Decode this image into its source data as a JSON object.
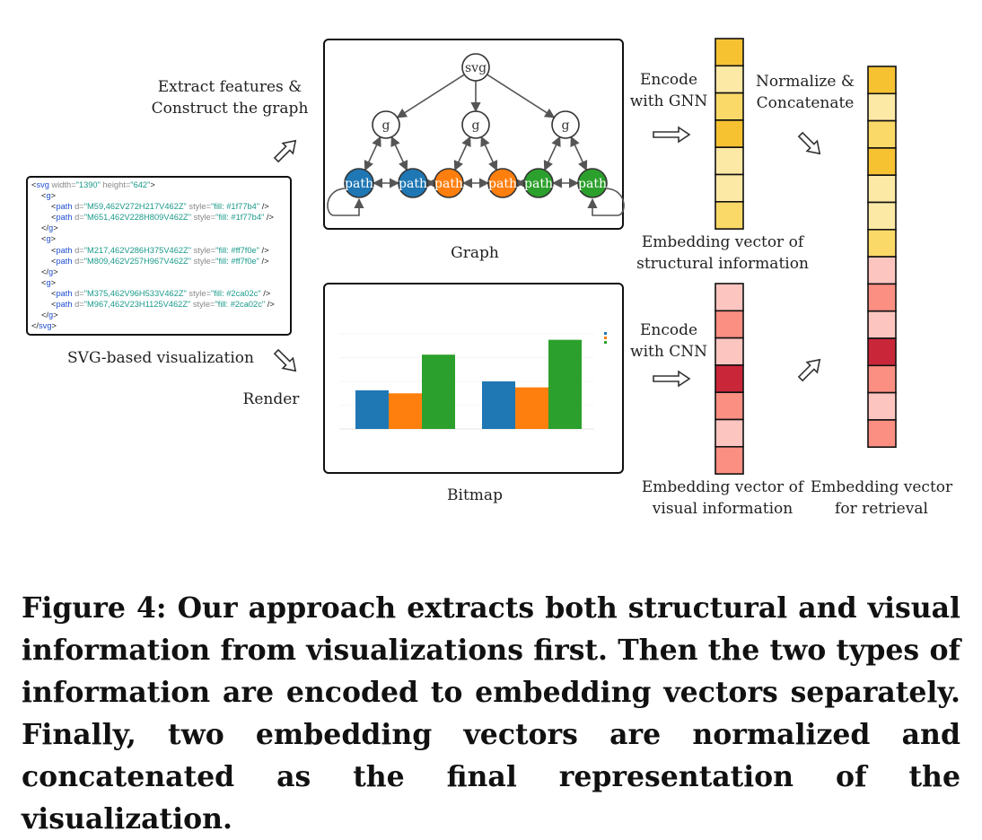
{
  "labels": {
    "extract": [
      "Extract features &",
      "Construct the graph"
    ],
    "render": "Render",
    "svg_viz": "SVG-based visualization",
    "graph": "Graph",
    "bitmap": "Bitmap",
    "encode_gnn": [
      "Encode",
      "with GNN"
    ],
    "encode_cnn": [
      "Encode",
      "with CNN"
    ],
    "normalize": [
      "Normalize &",
      "Concatenate"
    ],
    "emb_struct": [
      "Embedding vector of",
      "structural information"
    ],
    "emb_visual": [
      "Embedding vector of",
      "visual information"
    ],
    "emb_retrieval": [
      "Embedding vector",
      "for retrieval"
    ]
  },
  "graph": {
    "root": "svg",
    "groups": [
      "g",
      "g",
      "g"
    ],
    "leaves": [
      {
        "label": "path",
        "color": "#1f77b4"
      },
      {
        "label": "path",
        "color": "#1f77b4"
      },
      {
        "label": "path",
        "color": "#ff7f0e"
      },
      {
        "label": "path",
        "color": "#ff7f0e"
      },
      {
        "label": "path",
        "color": "#2ca02c"
      },
      {
        "label": "path",
        "color": "#2ca02c"
      }
    ]
  },
  "code_lines": [
    {
      "indent": 0,
      "parts": [
        [
          "p",
          "<"
        ],
        [
          "t",
          "svg"
        ],
        [
          "a",
          " width="
        ],
        [
          "v",
          "\"1390\""
        ],
        [
          "a",
          " height="
        ],
        [
          "v",
          "\"642\""
        ],
        [
          "p",
          ">"
        ]
      ]
    },
    {
      "indent": 1,
      "parts": [
        [
          "p",
          "<"
        ],
        [
          "t",
          "g"
        ],
        [
          "p",
          ">"
        ]
      ]
    },
    {
      "indent": 2,
      "parts": [
        [
          "p",
          "<"
        ],
        [
          "t",
          "path"
        ],
        [
          "a",
          " d="
        ],
        [
          "v",
          "\"M59,462V272H217V462Z\""
        ],
        [
          "a",
          " style="
        ],
        [
          "v",
          "\"fill: #1f77b4\""
        ],
        [
          "p",
          " />"
        ]
      ]
    },
    {
      "indent": 2,
      "parts": [
        [
          "p",
          "<"
        ],
        [
          "t",
          "path"
        ],
        [
          "a",
          " d="
        ],
        [
          "v",
          "\"M651,462V228H809V462Z\""
        ],
        [
          "a",
          " style="
        ],
        [
          "v",
          "\"fill: #1f77b4\""
        ],
        [
          "p",
          " />"
        ]
      ]
    },
    {
      "indent": 1,
      "parts": [
        [
          "p",
          "</"
        ],
        [
          "t",
          "g"
        ],
        [
          "p",
          ">"
        ]
      ]
    },
    {
      "indent": 1,
      "parts": [
        [
          "p",
          "<"
        ],
        [
          "t",
          "g"
        ],
        [
          "p",
          ">"
        ]
      ]
    },
    {
      "indent": 2,
      "parts": [
        [
          "p",
          "<"
        ],
        [
          "t",
          "path"
        ],
        [
          "a",
          " d="
        ],
        [
          "v",
          "\"M217,462V286H375V462Z\""
        ],
        [
          "a",
          " style="
        ],
        [
          "v",
          "\"fill: #ff7f0e\""
        ],
        [
          "p",
          " />"
        ]
      ]
    },
    {
      "indent": 2,
      "parts": [
        [
          "p",
          "<"
        ],
        [
          "t",
          "path"
        ],
        [
          "a",
          " d="
        ],
        [
          "v",
          "\"M809,462V257H967V462Z\""
        ],
        [
          "a",
          " style="
        ],
        [
          "v",
          "\"fill: #ff7f0e\""
        ],
        [
          "p",
          " />"
        ]
      ]
    },
    {
      "indent": 1,
      "parts": [
        [
          "p",
          "</"
        ],
        [
          "t",
          "g"
        ],
        [
          "p",
          ">"
        ]
      ]
    },
    {
      "indent": 1,
      "parts": [
        [
          "p",
          "<"
        ],
        [
          "t",
          "g"
        ],
        [
          "p",
          ">"
        ]
      ]
    },
    {
      "indent": 2,
      "parts": [
        [
          "p",
          "<"
        ],
        [
          "t",
          "path"
        ],
        [
          "a",
          " d="
        ],
        [
          "v",
          "\"M375,462V96H533V462Z\""
        ],
        [
          "a",
          " style="
        ],
        [
          "v",
          "\"fill: #2ca02c\""
        ],
        [
          "p",
          " />"
        ]
      ]
    },
    {
      "indent": 2,
      "parts": [
        [
          "p",
          "<"
        ],
        [
          "t",
          "path"
        ],
        [
          "a",
          " d="
        ],
        [
          "v",
          "\"M967,462V23H1125V462Z\""
        ],
        [
          "a",
          " style="
        ],
        [
          "v",
          "\"fill: #2ca02c\""
        ],
        [
          "p",
          " />"
        ]
      ]
    },
    {
      "indent": 1,
      "parts": [
        [
          "p",
          "</"
        ],
        [
          "t",
          "g"
        ],
        [
          "p",
          ">"
        ]
      ]
    },
    {
      "indent": 0,
      "parts": [
        [
          "p",
          "</"
        ],
        [
          "t",
          "svg"
        ],
        [
          "p",
          ">"
        ]
      ]
    }
  ],
  "bitmap_chart": {
    "values": [
      [
        13,
        12,
        25
      ],
      [
        16,
        14,
        30
      ]
    ],
    "colors": [
      "#1f77b4",
      "#ff7f0e",
      "#2ca02c"
    ],
    "ymax": 32
  },
  "vectors": {
    "structural": [
      "#f6c232",
      "#fde9a6",
      "#fbd968",
      "#f6c232",
      "#fde9a6",
      "#fde9a6",
      "#fbd968"
    ],
    "visual": [
      "#fcc5c0",
      "#fb8f82",
      "#fcc5c0",
      "#c9263a",
      "#fb8f82",
      "#fcc5c0",
      "#fb8f82"
    ],
    "retrieval": [
      "#f6c232",
      "#fde9a6",
      "#fbd968",
      "#f6c232",
      "#fde9a6",
      "#fde9a6",
      "#fbd968",
      "#fcc5c0",
      "#fb8f82",
      "#fcc5c0",
      "#c9263a",
      "#fb8f82",
      "#fcc5c0",
      "#fb8f82"
    ]
  },
  "caption": "Figure 4: Our approach extracts both structural and visual information from visualizations first. Then the two types of information are encoded to embedding vectors separately. Finally, two embedding vectors are normalized and concatenated as the final representation of the visualization."
}
